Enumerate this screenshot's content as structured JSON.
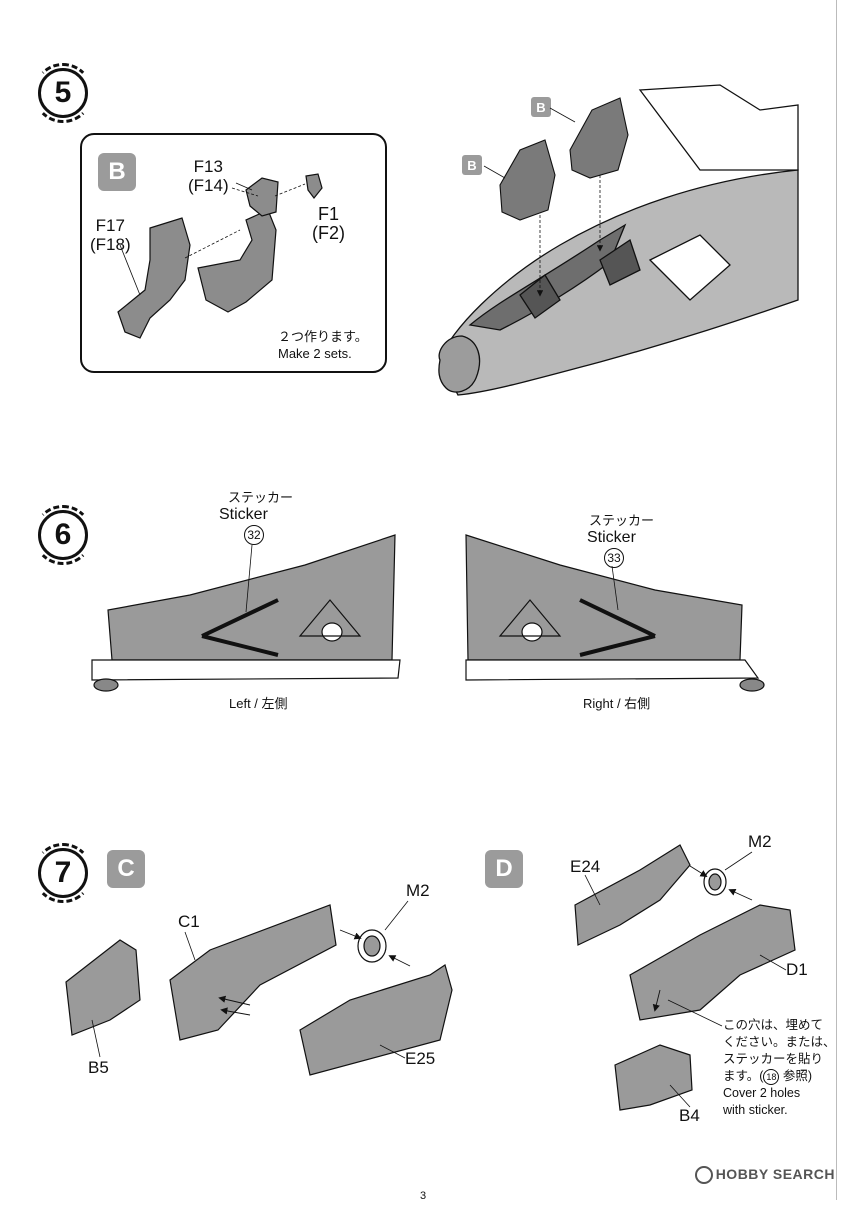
{
  "steps": [
    {
      "number": "5"
    },
    {
      "number": "6"
    },
    {
      "number": "7"
    }
  ],
  "step5": {
    "badge_main": "B",
    "badge_seat1": "B",
    "badge_seat2": "B",
    "part_f13": "F13",
    "part_f14": "(F14)",
    "part_f1": "F1",
    "part_f2": "(F2)",
    "part_f17": "F17",
    "part_f18": "(F18)",
    "note_jp": "２つ作ります。",
    "note_en": "Make 2 sets."
  },
  "step6": {
    "left_jp": "ステッカー",
    "left_en": "Sticker",
    "left_num": "32",
    "right_jp": "ステッカー",
    "right_en": "Sticker",
    "right_num": "33",
    "left_caption": "Left / 左側",
    "right_caption": "Right / 右側"
  },
  "step7": {
    "badge_c": "C",
    "badge_d": "D",
    "part_c1": "C1",
    "part_m2_left": "M2",
    "part_b5": "B5",
    "part_e25": "E25",
    "part_e24": "E24",
    "part_m2_right": "M2",
    "part_d1": "D1",
    "part_b4": "B4",
    "note_jp_1": "この穴は、埋めて",
    "note_jp_2": "ください。または、",
    "note_jp_3": "ステッカーを貼り",
    "note_jp_4_pre": "ます。(",
    "note_jp_ref": "18",
    "note_jp_4_post": " 参照)",
    "note_en_1": "Cover 2 holes",
    "note_en_2": "with sticker."
  },
  "footer": {
    "page_number": "3",
    "watermark": "HOBBY SEARCH"
  },
  "colors": {
    "ink": "#111111",
    "part_gray": "#8c8c8c",
    "badge_gray": "#9b9b9b"
  }
}
